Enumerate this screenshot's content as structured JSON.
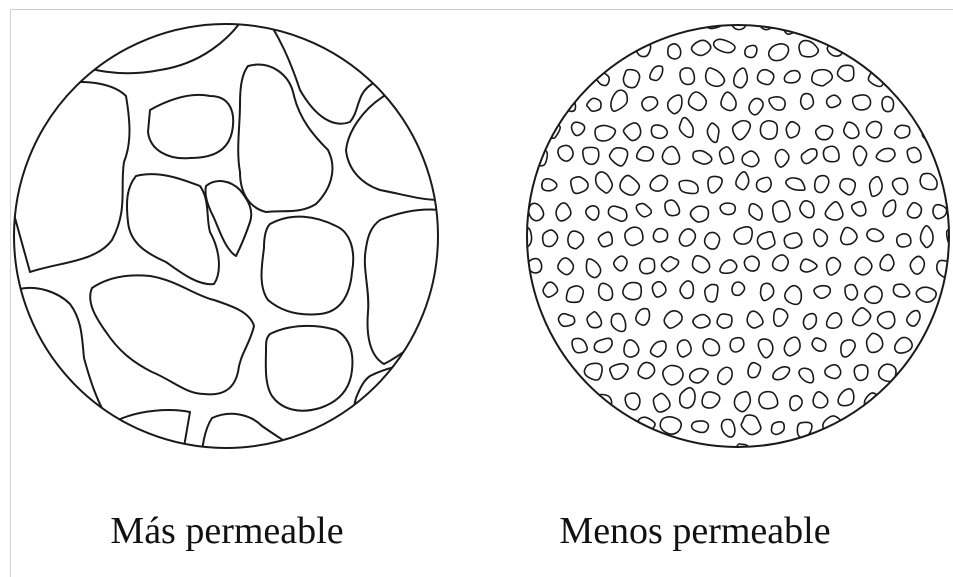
{
  "diagrams": [
    {
      "id": "left",
      "label": "Más permeable",
      "grain_size": "large",
      "channel_width": "wide"
    },
    {
      "id": "right",
      "label": "Menos permeable",
      "grain_size": "small",
      "channel_width": "narrow"
    }
  ],
  "colors": {
    "stroke": "#1a1a1a",
    "background": "#ffffff",
    "frame": "#cfcfcf"
  }
}
